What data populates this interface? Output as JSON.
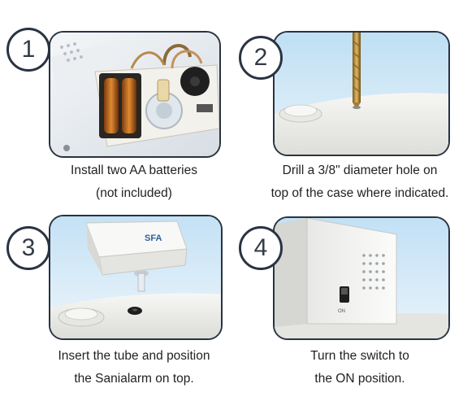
{
  "steps": [
    {
      "number": "1",
      "caption": [
        "Install two AA batteries",
        "(not included)"
      ],
      "image": "battery-compartment-photo"
    },
    {
      "number": "2",
      "caption": [
        "Drill a 3/8\"  diameter hole on",
        "top of the case where indicated."
      ],
      "image": "drill-bit-photo"
    },
    {
      "number": "3",
      "caption": [
        "Insert the tube and position",
        "the Sanialarm on top."
      ],
      "image": "sanialarm-tube-photo",
      "device_label": "SFA"
    },
    {
      "number": "4",
      "caption": [
        "Turn the switch to",
        "the ON position."
      ],
      "image": "switch-photo",
      "switch_label": "ON"
    }
  ]
}
